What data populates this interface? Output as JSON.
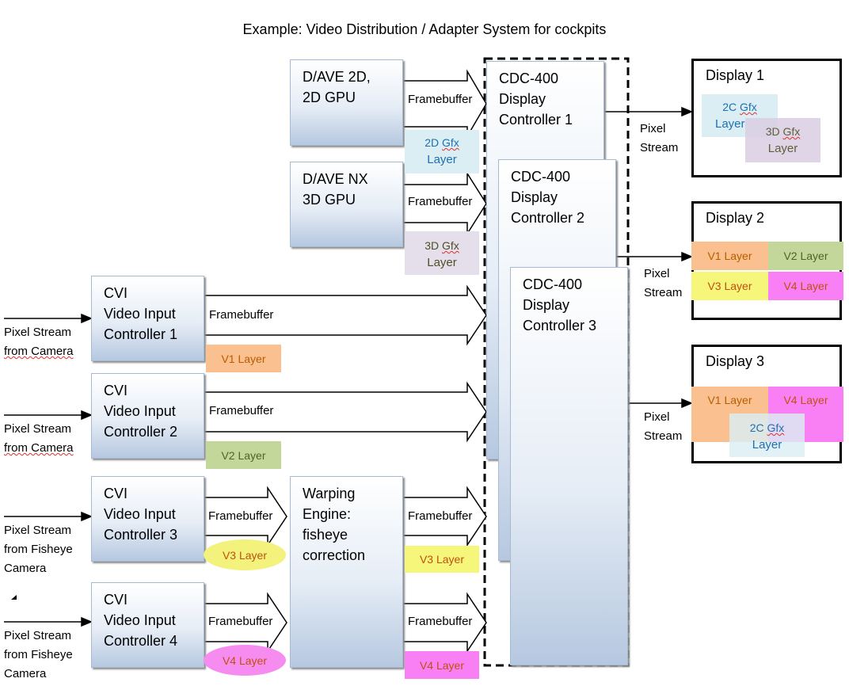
{
  "title": "Example: Video Distribution / Adapter System for cockpits",
  "gpu2d": {
    "line1": "D/AVE 2D,",
    "line2": "2D GPU"
  },
  "gpu3d": {
    "line1": "D/AVE NX",
    "line2": "3D GPU"
  },
  "cvi": [
    {
      "l1": "CVI",
      "l2": "Video Input",
      "l3": "Controller 1"
    },
    {
      "l1": "CVI",
      "l2": "Video Input",
      "l3": "Controller 2"
    },
    {
      "l1": "CVI",
      "l2": "Video Input",
      "l3": "Controller 3"
    },
    {
      "l1": "CVI",
      "l2": "Video Input",
      "l3": "Controller 4"
    }
  ],
  "warp": {
    "l1": "Warping",
    "l2": "Engine:",
    "l3": "fisheye",
    "l4": "correction"
  },
  "cdc": [
    {
      "l1": "CDC-400",
      "l2": "Display",
      "l3": "Controller 1"
    },
    {
      "l1": "CDC-400",
      "l2": "Display",
      "l3": "Controller 2"
    },
    {
      "l1": "CDC-400",
      "l2": "Display",
      "l3": "Controller 3"
    }
  ],
  "displays": [
    "Display 1",
    "Display 2",
    "Display 3"
  ],
  "framebuffer": "Framebuffer",
  "pixel": "Pixel",
  "stream": "Stream",
  "sources": {
    "cam1": {
      "a": "Pixel Stream",
      "b": "from Camera"
    },
    "cam2": {
      "a": "Pixel Stream",
      "b": "from Camera"
    },
    "fish1": {
      "a": "Pixel Stream",
      "b": "from Fisheye",
      "c": "Camera"
    },
    "fish2": {
      "a": "Pixel Stream",
      "b": "from Fisheye",
      "c": "Camera"
    }
  },
  "layers": {
    "gfx2d_a": "2D",
    "gfx2d_b": "Gfx",
    "gfx3d_a": "3D",
    "gfx3d_b": "Gfx",
    "gfx2c_a": "2C",
    "gfx2c_b": "Gfx",
    "layer": "Layer",
    "v1": "V1  Layer",
    "v2": "V2 Layer",
    "v3": "V3  Layer",
    "v4": "V4  Layer",
    "v4b": "V4 Layer",
    "d2_v1": "V1 Layer",
    "d2_v2": "V2 Layer",
    "d2_v3": "V3  Layer",
    "d2_v4": "V4 Layer",
    "d3_v1": "V1 Layer",
    "d3_v4": "V4 Layer"
  },
  "colors": {
    "block_border": "#a7bad3",
    "gfx2d": "#daeef3",
    "gfx3d": "#e5dfec",
    "v1": "#fac090",
    "v2": "#c4d79b",
    "v3": "#f5f67a",
    "v4": "#f97ff5",
    "v3_ellipse": "#f2f27c",
    "v4_ellipse": "#f68cf0",
    "cyan_text": "#1f6fb5"
  }
}
